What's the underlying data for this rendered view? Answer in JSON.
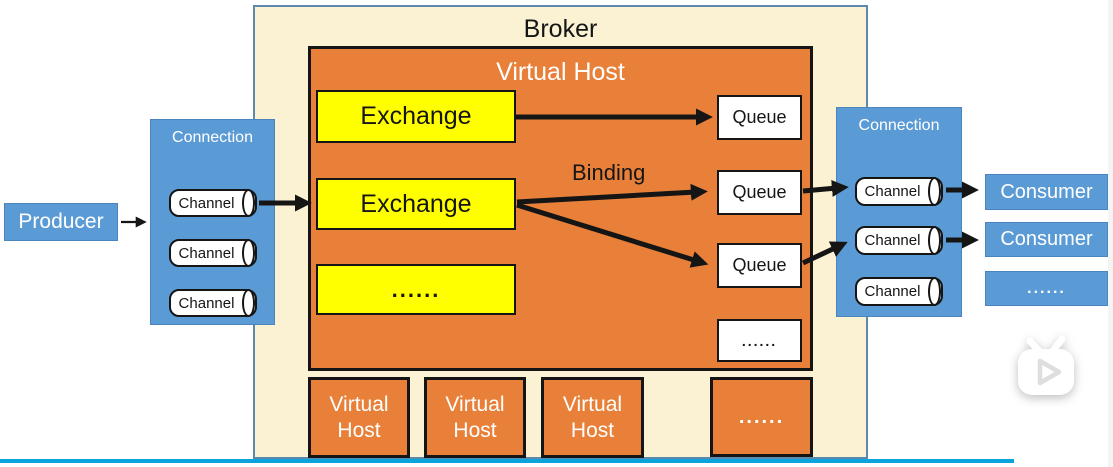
{
  "producer": {
    "label": "Producer"
  },
  "left_connection": {
    "label": "Connection",
    "channels": [
      "Channel",
      "Channel",
      "Channel"
    ]
  },
  "broker": {
    "title": "Broker",
    "virtual_host": {
      "title": "Virtual Host",
      "exchanges": [
        "Exchange",
        "Exchange",
        "......"
      ],
      "queues": [
        "Queue",
        "Queue",
        "Queue",
        "......"
      ],
      "binding_label": "Binding"
    },
    "bottom_hosts": [
      "Virtual Host",
      "Virtual Host",
      "Virtual Host",
      "......"
    ]
  },
  "right_connection": {
    "label": "Connection",
    "channels": [
      "Channel",
      "Channel",
      "Channel"
    ]
  },
  "consumers": [
    "Consumer",
    "Consumer",
    "......"
  ],
  "colors": {
    "box_blue": "#5b9bd5",
    "orange": "#e8803a",
    "yellow": "#ffff00",
    "broker_cream": "#fbf1d3",
    "broker_border": "#5d89ad",
    "progress_blue": "#0aa3dc"
  },
  "player": {
    "watermark": "bilibili-tv-play"
  }
}
